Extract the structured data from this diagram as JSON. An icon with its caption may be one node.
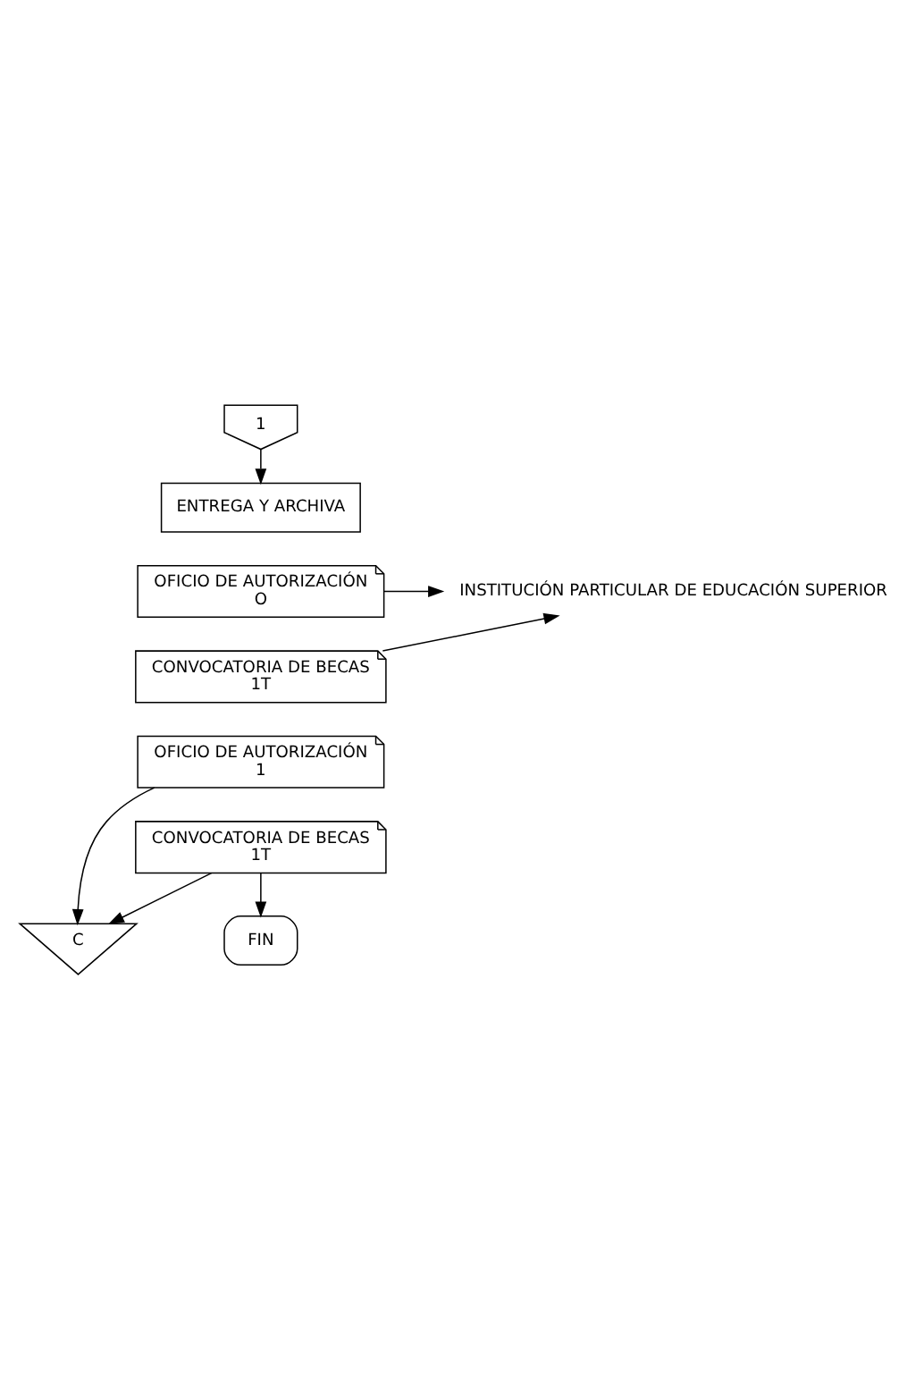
{
  "diagram": {
    "nodes": [
      {
        "text": [
          "1"
        ]
      },
      {
        "text": [
          "ENTREGA Y ARCHIVA"
        ]
      },
      {
        "text": [
          "OFICIO DE AUTORIZACIÓN",
          "O"
        ]
      },
      {
        "text": [
          "CONVOCATORIA DE BECAS",
          "1T"
        ]
      },
      {
        "text": [
          "OFICIO DE AUTORIZACIÓN",
          "1"
        ]
      },
      {
        "text": [
          "CONVOCATORIA DE BECAS",
          "1T"
        ]
      },
      {
        "text": [
          "INSTITUCIÓN PARTICULAR DE EDUCACIÓN SUPERIOR"
        ]
      },
      {
        "text": [
          "C"
        ]
      },
      {
        "text": [
          "FIN"
        ]
      }
    ],
    "edges": [
      {
        "from": 0,
        "to": 1,
        "arrow": "to"
      },
      {
        "from": 2,
        "to": 6,
        "arrow": "to"
      },
      {
        "from": 3,
        "to": 6,
        "arrow": "to"
      },
      {
        "from": 4,
        "to": 7,
        "arrow": "to"
      },
      {
        "from": 5,
        "to": 7,
        "arrow": "to"
      },
      {
        "from": 5,
        "to": 8,
        "arrow": "to"
      }
    ]
  }
}
